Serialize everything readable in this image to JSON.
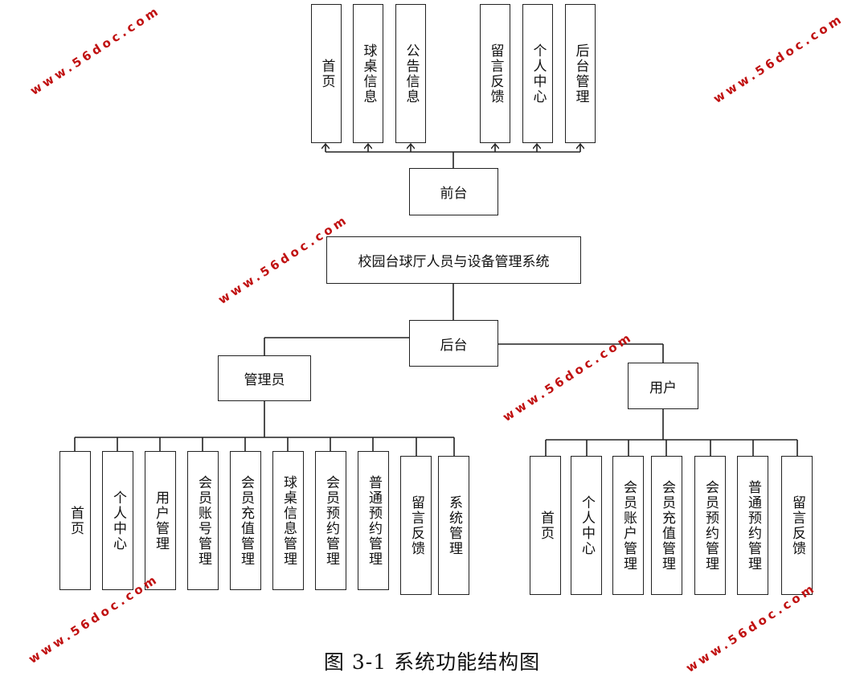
{
  "frontend": {
    "root": "前台",
    "items": [
      "首页",
      "球桌信息",
      "公告信息",
      "留言反馈",
      "个人中心",
      "后台管理"
    ]
  },
  "system": {
    "title": "校园台球厅人员与设备管理系统"
  },
  "backend": {
    "root": "后台",
    "admin": {
      "label": "管理员",
      "items": [
        "首页",
        "个人中心",
        "用户管理",
        "会员账号管理",
        "会员充值管理",
        "球桌信息管理",
        "会员预约管理",
        "普通预约管理",
        "留言反馈",
        "系统管理"
      ]
    },
    "user": {
      "label": "用户",
      "items": [
        "首页",
        "个人中心",
        "会员账户管理",
        "会员充值管理",
        "会员预约管理",
        "普通预约管理",
        "留言反馈"
      ]
    }
  },
  "caption": "图 3-1 系统功能结构图",
  "watermark": "www.56doc.com",
  "colors": {
    "line": "#222222",
    "watermark": "#c01010"
  }
}
